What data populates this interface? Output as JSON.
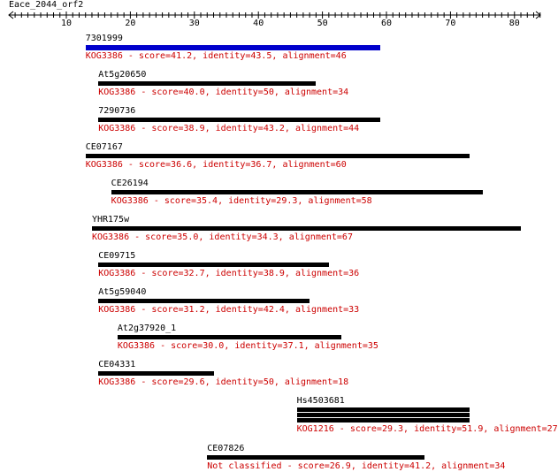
{
  "title": "Eace_2044_orf2",
  "axis": {
    "min": 1,
    "max": 84,
    "ticks": [
      10,
      20,
      30,
      40,
      50,
      60,
      70,
      80
    ]
  },
  "hits": [
    {
      "name": "7301999",
      "desc": "KOG3386 - score=41.2, identity=43.5, alignment=46",
      "start": 13,
      "end": 59,
      "selected": true
    },
    {
      "name": "At5g20650",
      "desc": "KOG3386 - score=40.0, identity=50, alignment=34",
      "start": 15,
      "end": 49
    },
    {
      "name": "7290736",
      "desc": "KOG3386 - score=38.9, identity=43.2, alignment=44",
      "start": 15,
      "end": 59
    },
    {
      "name": "CE07167",
      "desc": "KOG3386 - score=36.6, identity=36.7, alignment=60",
      "start": 13,
      "end": 73
    },
    {
      "name": "CE26194",
      "desc": "KOG3386 - score=35.4, identity=29.3, alignment=58",
      "start": 17,
      "end": 75
    },
    {
      "name": "YHR175w",
      "desc": "KOG3386 - score=35.0, identity=34.3, alignment=67",
      "start": 14,
      "end": 81
    },
    {
      "name": "CE09715",
      "desc": "KOG3386 - score=32.7, identity=38.9, alignment=36",
      "start": 15,
      "end": 51
    },
    {
      "name": "At5g59040",
      "desc": "KOG3386 - score=31.2, identity=42.4, alignment=33",
      "start": 15,
      "end": 48
    },
    {
      "name": "At2g37920_1",
      "desc": "KOG3386 - score=30.0, identity=37.1, alignment=35",
      "start": 18,
      "end": 53
    },
    {
      "name": "CE04331",
      "desc": "KOG3386 - score=29.6, identity=50, alignment=18",
      "start": 15,
      "end": 33
    },
    {
      "name": "Hs4503681",
      "desc": "KOG1216 - score=29.3, identity=51.9, alignment=27",
      "start": 46,
      "end": 73,
      "bars": 3
    },
    {
      "name": "CE07826",
      "desc": "Not classified - score=26.9, identity=41.2, alignment=34",
      "start": 32,
      "end": 66
    }
  ]
}
